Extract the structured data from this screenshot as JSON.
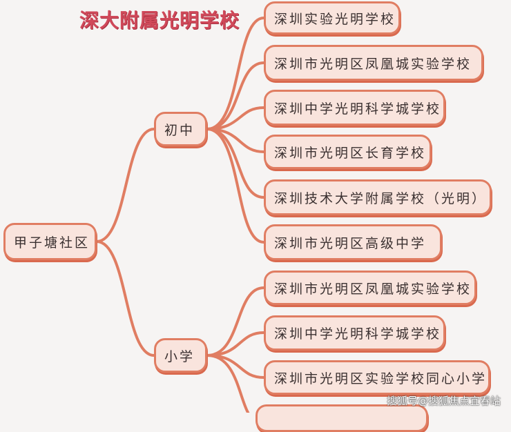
{
  "title": "深大附属光明学校",
  "root": "甲子塘社区",
  "branches": [
    {
      "label": "初中",
      "schools": [
        "深圳实验光明学校",
        "深圳市光明区凤凰城实验学校",
        "深圳中学光明科学城学校",
        "深圳市光明区长育学校",
        "深圳技术大学附属学校（光明）",
        "深圳市光明区高级中学"
      ]
    },
    {
      "label": "小学",
      "schools": [
        "深圳市光明区凤凰城实验学校",
        "深圳中学光明科学城学校",
        "深圳市光明区实验学校同心小学"
      ]
    }
  ],
  "watermark": "搜狐号@搜狐焦点宜春站",
  "colors": {
    "line": "#e07d62",
    "fill": "#f9e4dd",
    "title": "#d0495a"
  }
}
